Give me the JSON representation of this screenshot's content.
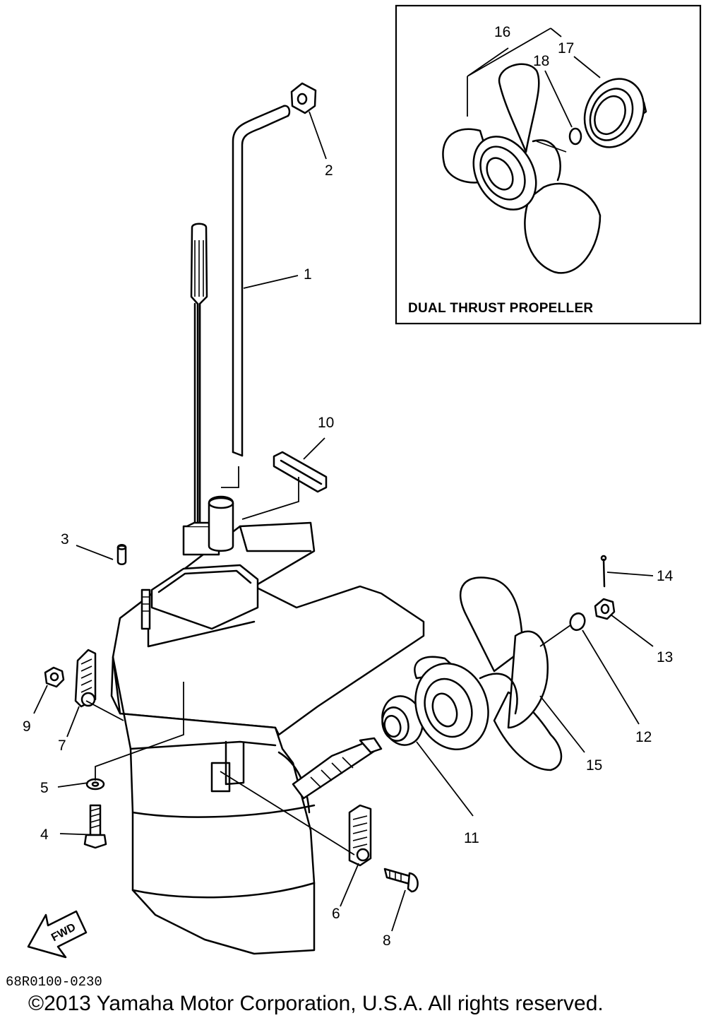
{
  "diagram": {
    "callouts": {
      "c1": "1",
      "c2": "2",
      "c3": "3",
      "c4": "4",
      "c5": "5",
      "c6": "6",
      "c7": "7",
      "c8": "8",
      "c9": "9",
      "c10": "10",
      "c11": "11",
      "c12": "12",
      "c13": "13",
      "c14": "14",
      "c15": "15",
      "c16": "16",
      "c17": "17",
      "c18": "18"
    },
    "inset": {
      "title": "DUAL THRUST PROPELLER"
    },
    "fwd_label": "FWD",
    "doc_code": "68R0100-0230",
    "copyright": "©2013 Yamaha Motor Corporation, U.S.A. All rights reserved."
  }
}
